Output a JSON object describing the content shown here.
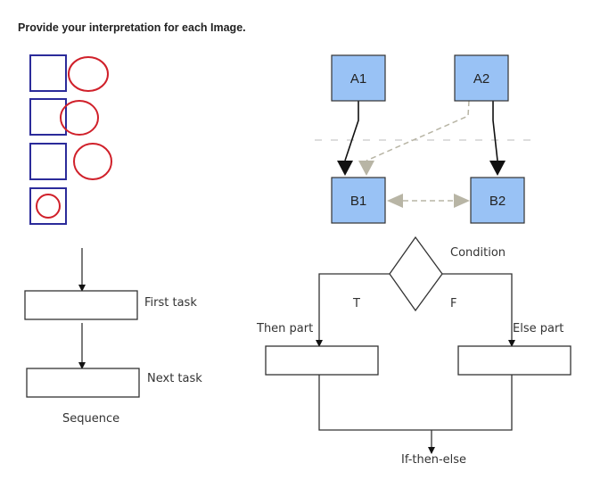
{
  "instruction": "Provide your interpretation for each Image.",
  "colors": {
    "square_stroke": "#2b2b9a",
    "circle_stroke": "#d0202a",
    "node_fill": "#99c2f5",
    "dashed_gray": "#b8b5a5"
  },
  "graph": {
    "nodes": [
      "A1",
      "A2",
      "B1",
      "B2"
    ]
  },
  "sequence": {
    "first": "First task",
    "next": "Next task",
    "caption": "Sequence"
  },
  "ifelse": {
    "condition": "Condition",
    "true_label": "T",
    "false_label": "F",
    "then": "Then part",
    "else": "Else part",
    "caption": "If-then-else"
  }
}
